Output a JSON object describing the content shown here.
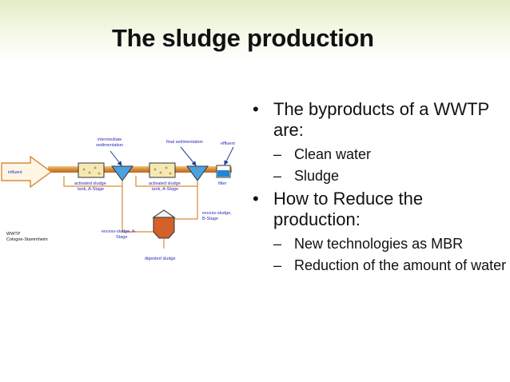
{
  "slide": {
    "title": "The sludge production",
    "bullets": [
      {
        "text": "The byproducts of a WWTP are:",
        "subs": [
          "Clean water",
          "Sludge"
        ]
      },
      {
        "text": "How to Reduce the production:",
        "subs": [
          "New technologies as MBR",
          "Reduction of the amount of water"
        ]
      }
    ],
    "bullet_symbol": "•",
    "sub_symbol": "–"
  },
  "diagram": {
    "influent": "influent",
    "intermediate_sed_1": "intermediate",
    "intermediate_sed_2": "sedimentation",
    "final_sed": "final sedimentation",
    "effluent": "effluent",
    "as_a_1": "activated sludge",
    "as_a_2": "tank, A-Stage",
    "as_b_1": "activated sludge",
    "as_b_2": "tank, A-Stage",
    "filter": "filter",
    "excess_b_1": "excess-sludge,",
    "excess_b_2": "B-Stage",
    "wwtp_1": "WWTP",
    "wwtp_2": "Cologne-Stammheim",
    "excess_a_1": "excess-sludge, A-",
    "excess_a_2": "Stage",
    "digested": "digested sludge"
  },
  "colors": {
    "accent_green": "#e2eec6",
    "label_blue": "#2b2bb8",
    "pipe_orange": "#d98a3a",
    "digester": "#d4602a"
  }
}
